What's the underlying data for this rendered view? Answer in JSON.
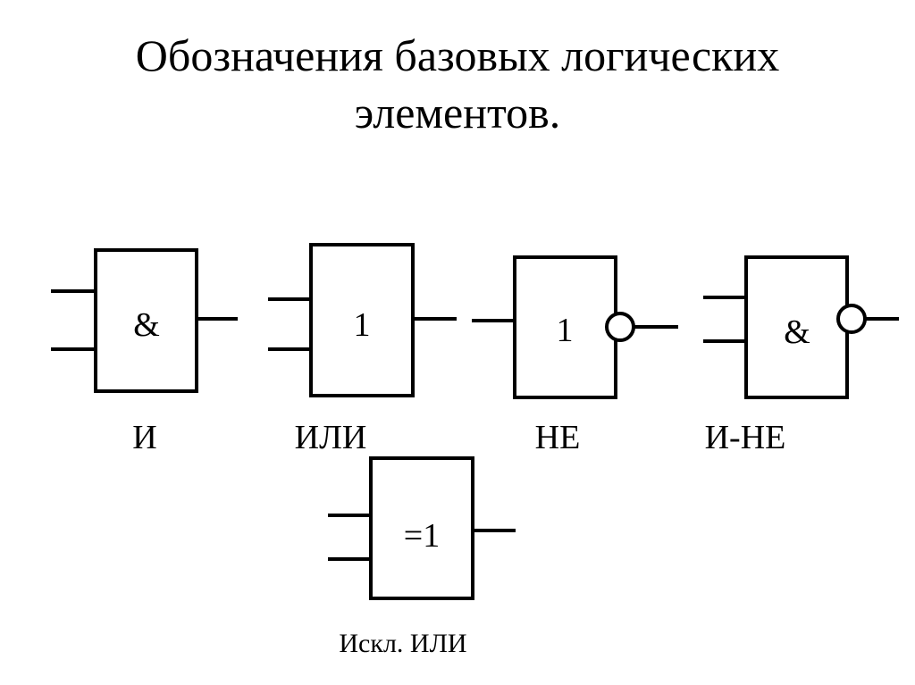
{
  "title": {
    "line1": "Обозначения базовых логических",
    "line2": "элементов."
  },
  "gates": {
    "and": {
      "symbol": "&",
      "caption": "И"
    },
    "or": {
      "symbol": "1",
      "caption": "ИЛИ"
    },
    "not": {
      "symbol": "1",
      "caption": "НЕ"
    },
    "nand": {
      "symbol": "&",
      "caption": "И-НЕ"
    },
    "xor": {
      "symbol": "=1",
      "caption": "Искл. ИЛИ"
    }
  },
  "colors": {
    "stroke": "#000000",
    "background": "#ffffff"
  }
}
